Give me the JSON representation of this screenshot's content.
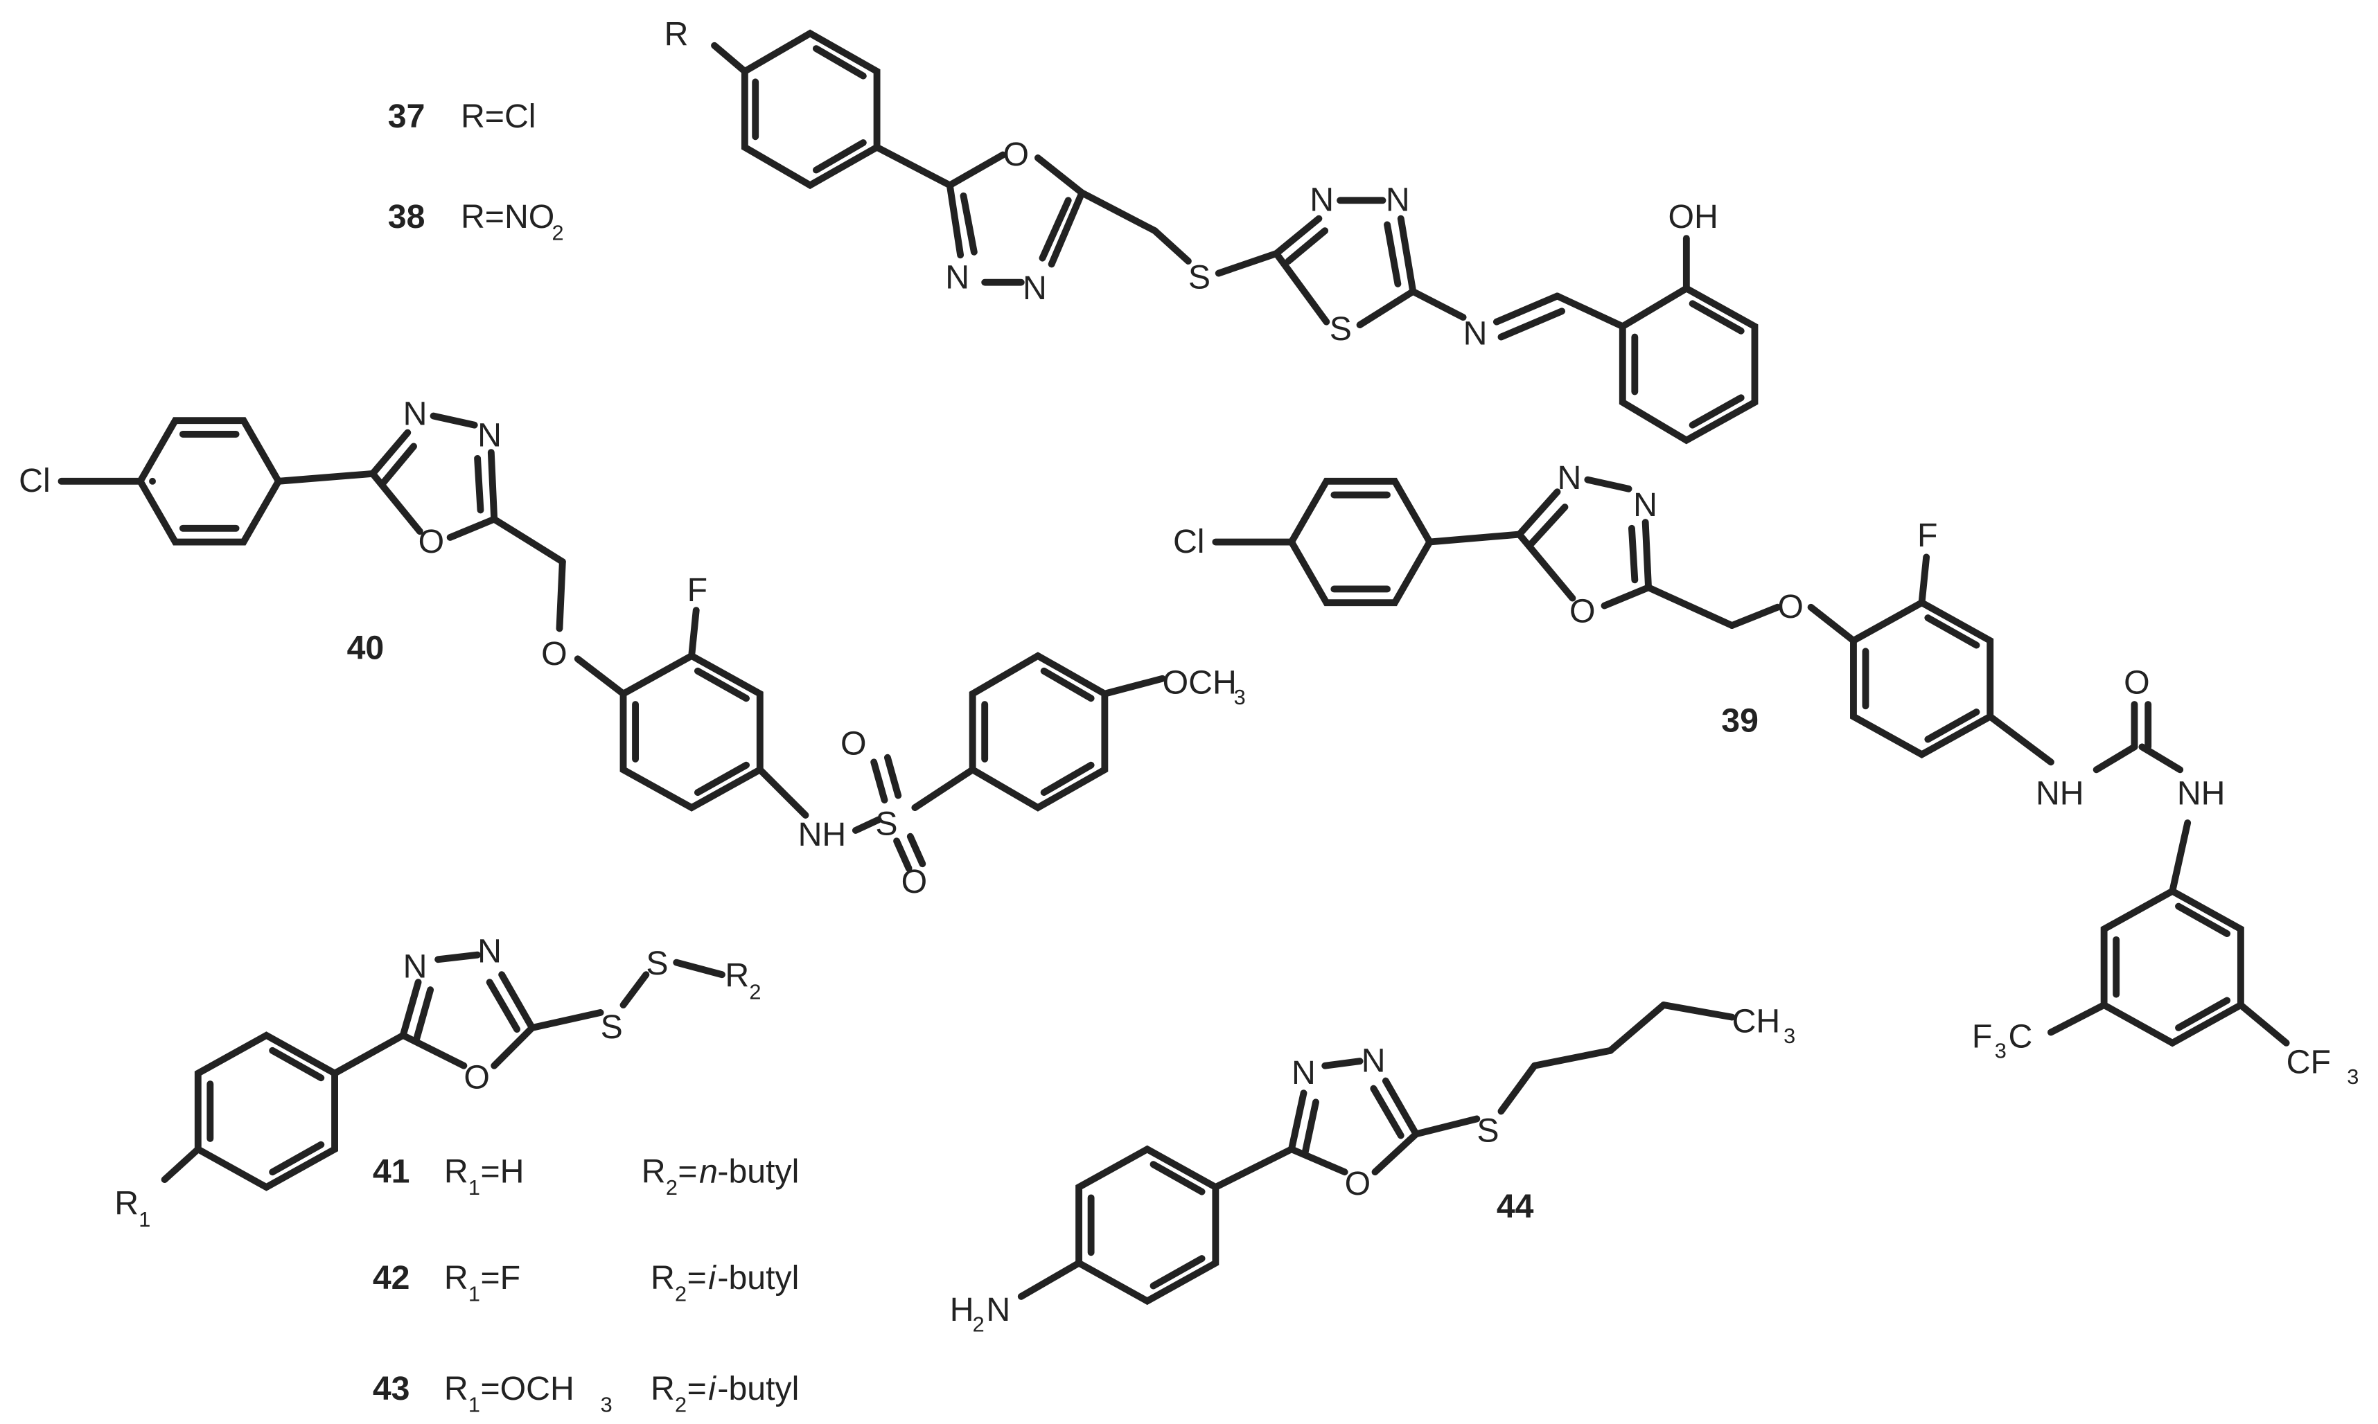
{
  "labels": {
    "cmp37": {
      "num": "37",
      "lhs": "R=Cl",
      "sub": "",
      "tail": ""
    },
    "cmp38": {
      "num": "38",
      "lhs": "R=NO",
      "sub": "2",
      "tail": ""
    },
    "cmp40": {
      "num": "40"
    },
    "cmp39": {
      "num": "39"
    },
    "cmp44": {
      "num": "44"
    },
    "cmp41": {
      "num": "41",
      "r1": "R",
      "r1sub": "1",
      "r1val": "=H",
      "r2": "R",
      "r2sub": "2",
      "r2eq": "=",
      "r2it": "n",
      "r2tail": "-butyl"
    },
    "cmp42": {
      "num": "42",
      "r1": "R",
      "r1sub": "1",
      "r1val": "=F",
      "r2": "R",
      "r2sub": "2",
      "r2eq": "=",
      "r2it": "i",
      "r2tail": "-butyl"
    },
    "cmp43": {
      "num": "43",
      "r1": "R",
      "r1sub": "1",
      "r1val": "=OCH",
      "r1val2": "3",
      "r2": "R",
      "r2sub": "2",
      "r2eq": "=",
      "r2it": "i",
      "r2tail": "-butyl"
    }
  },
  "atoms": {
    "R": "R",
    "O": "O",
    "N": "N",
    "S": "S",
    "OH": "OH",
    "Cl": "Cl",
    "F": "F",
    "OCH": "OCH",
    "three": "3",
    "NH": "NH",
    "CH": "CH",
    "R1": "R",
    "one": "1",
    "R2": "R",
    "two": "2",
    "H2N_H": "H",
    "H2N_N": "N",
    "F3C_F": "F",
    "F3C_C": "C",
    "CF": "CF"
  }
}
